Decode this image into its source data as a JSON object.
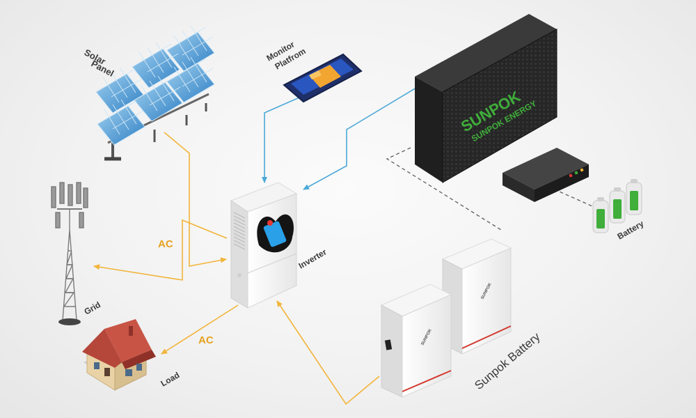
{
  "labels": {
    "solar_panel_line1": "Solar",
    "solar_panel_line2": "Panel",
    "monitor_line1": "Monitor",
    "monitor_line2": "Platfrom",
    "inverter": "Inverter",
    "grid": "Grid",
    "load": "Load",
    "battery_small": "Battery",
    "sunpok_battery": "Sunpok Battery",
    "ac_grid": "AC",
    "ac_load": "AC"
  },
  "branding": {
    "cabinet_logo": "SUNPOK",
    "cabinet_text": "SUNPOK ENERGY",
    "battery_brand": "SUNPOK"
  },
  "colors": {
    "power_line": "#f2b43a",
    "data_line": "#4aa8d8",
    "accent_green": "#3fae3a",
    "house_red": "#b5463a"
  },
  "icons": [
    "solar-panel-icon",
    "cell-tower-icon",
    "house-icon",
    "inverter-icon",
    "smartphone-icon",
    "server-cabinet-icon",
    "bms-unit-icon",
    "battery-cells-icon",
    "battery-module-icon"
  ]
}
